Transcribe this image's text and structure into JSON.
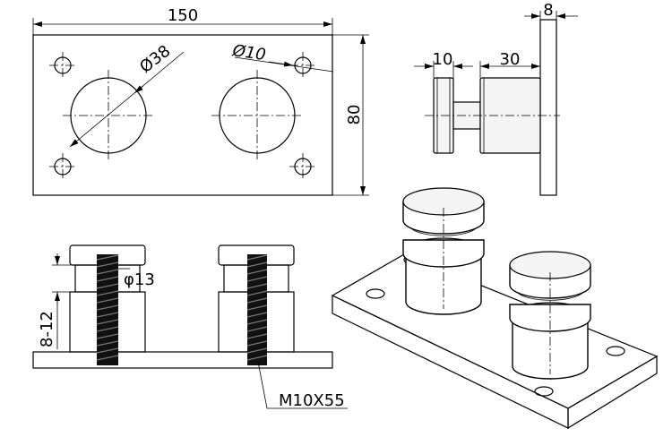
{
  "dimensions": {
    "plate_width": "150",
    "plate_height": "80",
    "large_hole_diameter": "Ø38",
    "small_hole_diameter": "Ø10",
    "thickness": "8",
    "cap_width": "10",
    "body_width": "30",
    "thread_diameter": "φ13",
    "clamp_range": "8-12",
    "bolt": "M10X55"
  }
}
